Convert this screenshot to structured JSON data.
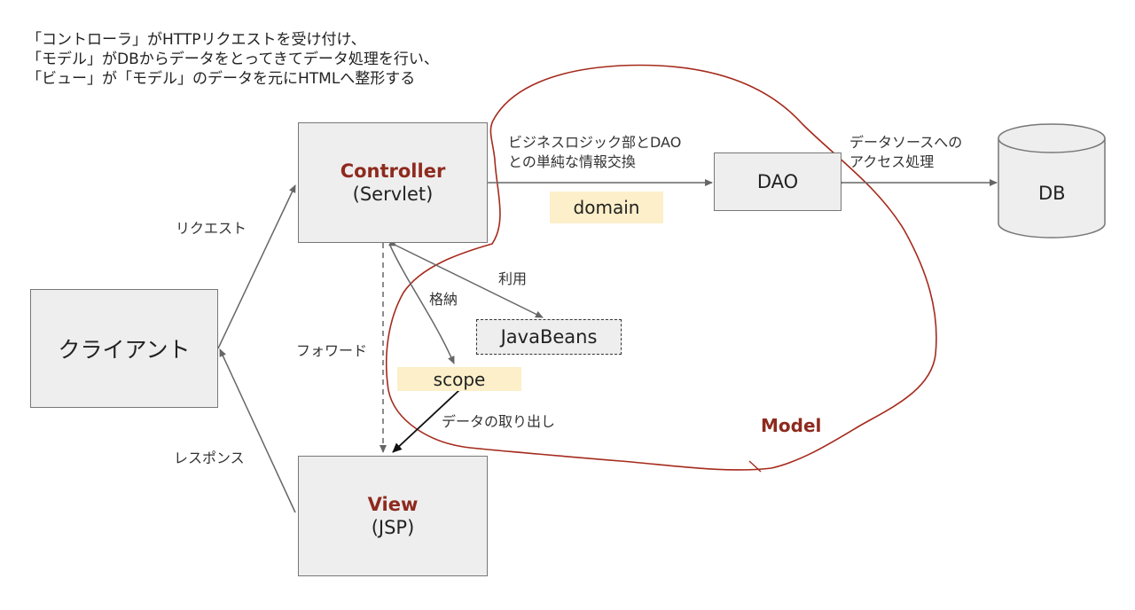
{
  "intro": {
    "line1": "「コントローラ」がHTTPリクエストを受け付け、",
    "line2": "「モデル」がDBからデータをとってきてデータ処理を行い、",
    "line3": "「ビュー」が「モデル」のデータを元にHTMLへ整形する"
  },
  "nodes": {
    "controller": {
      "title": "Controller",
      "sub": "(Servlet)"
    },
    "view": {
      "title": "View",
      "sub": "(JSP)"
    },
    "client": {
      "label": "クライアント"
    },
    "dao": {
      "label": "DAO"
    },
    "db": {
      "label": "DB"
    },
    "javabeans": {
      "label": "JavaBeans"
    },
    "domain": {
      "label": "domain"
    },
    "scope": {
      "label": "scope"
    }
  },
  "edges": {
    "request": "リクエスト",
    "response": "レスポンス",
    "forward": "フォワード",
    "store": "格納",
    "use": "利用",
    "fetch": "データの取り出し",
    "business_line1": "ビジネスロジック部とDAO",
    "business_line2": "との単純な情報交換",
    "datasource_line1": "データソースへの",
    "datasource_line2": "アクセス処理"
  },
  "model_label": "Model",
  "colors": {
    "accent": "#8e2a1e",
    "highlight": "#fcefc9",
    "box": "#eeeeee"
  }
}
